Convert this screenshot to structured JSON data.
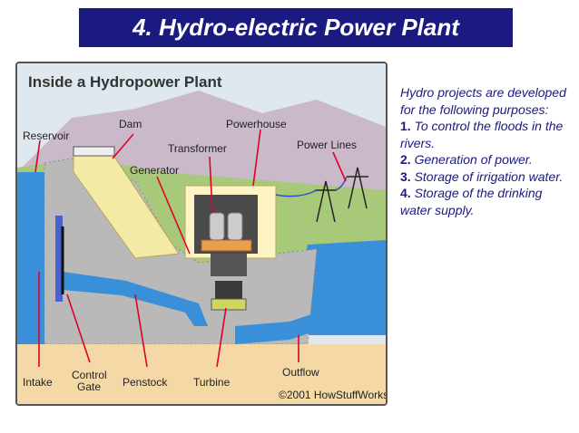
{
  "slide": {
    "title": "4. Hydro-electric Power Plant"
  },
  "diagram": {
    "heading": "Inside a Hydropower Plant",
    "labels": {
      "reservoir": "Reservoir",
      "dam": "Dam",
      "powerhouse": "Powerhouse",
      "transformer": "Transformer",
      "power_lines": "Power Lines",
      "generator": "Generator",
      "intake": "Intake",
      "control_gate_1": "Control",
      "control_gate_2": "Gate",
      "penstock": "Penstock",
      "turbine": "Turbine",
      "outflow": "Outflow"
    },
    "copyright": "©2001 HowStuffWorks"
  },
  "text": {
    "intro": "Hydro projects are developed for the following purposes:",
    "items": [
      {
        "num": "1.",
        "text": "To control the floods in the rivers."
      },
      {
        "num": "2.",
        "text": "Generation of power."
      },
      {
        "num": "3.",
        "text": "Storage of irrigation water."
      },
      {
        "num": "4.",
        "text": "Storage of the drinking water supply."
      }
    ]
  },
  "colors": {
    "title_bg": "#1a1a80",
    "text": "#1a1a80",
    "water": "#3a8fd9",
    "pointer": "#e0002a"
  }
}
